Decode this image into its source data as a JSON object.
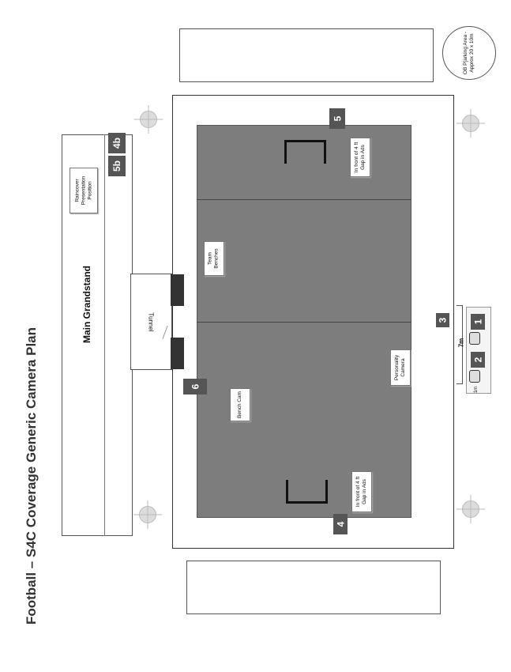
{
  "title": "Football – S4C Coverage Generic Camera Plan",
  "grandstand": {
    "label": "Main Grandstand",
    "raincover": "Raincover\nPresentation\nPosition",
    "tunnel": "Tunnel"
  },
  "ob_area": "OB P[arking Area -\nApprox 20 x 10m",
  "cameras": {
    "c1": "1",
    "c2": "2",
    "c3": "3",
    "c4": "4",
    "c5": "5",
    "c4b": "4b",
    "c5b": "5b",
    "c6": "6"
  },
  "callouts": {
    "team_benches": "Team\nBenches",
    "bench_cam": "Bench Cam",
    "personality_camera": "Personality\nCamera",
    "gap_ads_top": "In front of 4 ft\nGap in Ads",
    "gap_ads_bottom": "In front of 4 ft\nGap in Ads"
  },
  "measurements": {
    "width_7m": "7m",
    "small": "1m"
  },
  "colors": {
    "pitch": "#7d7d7d",
    "camera": "#555555",
    "light": "#dcdcdc"
  }
}
